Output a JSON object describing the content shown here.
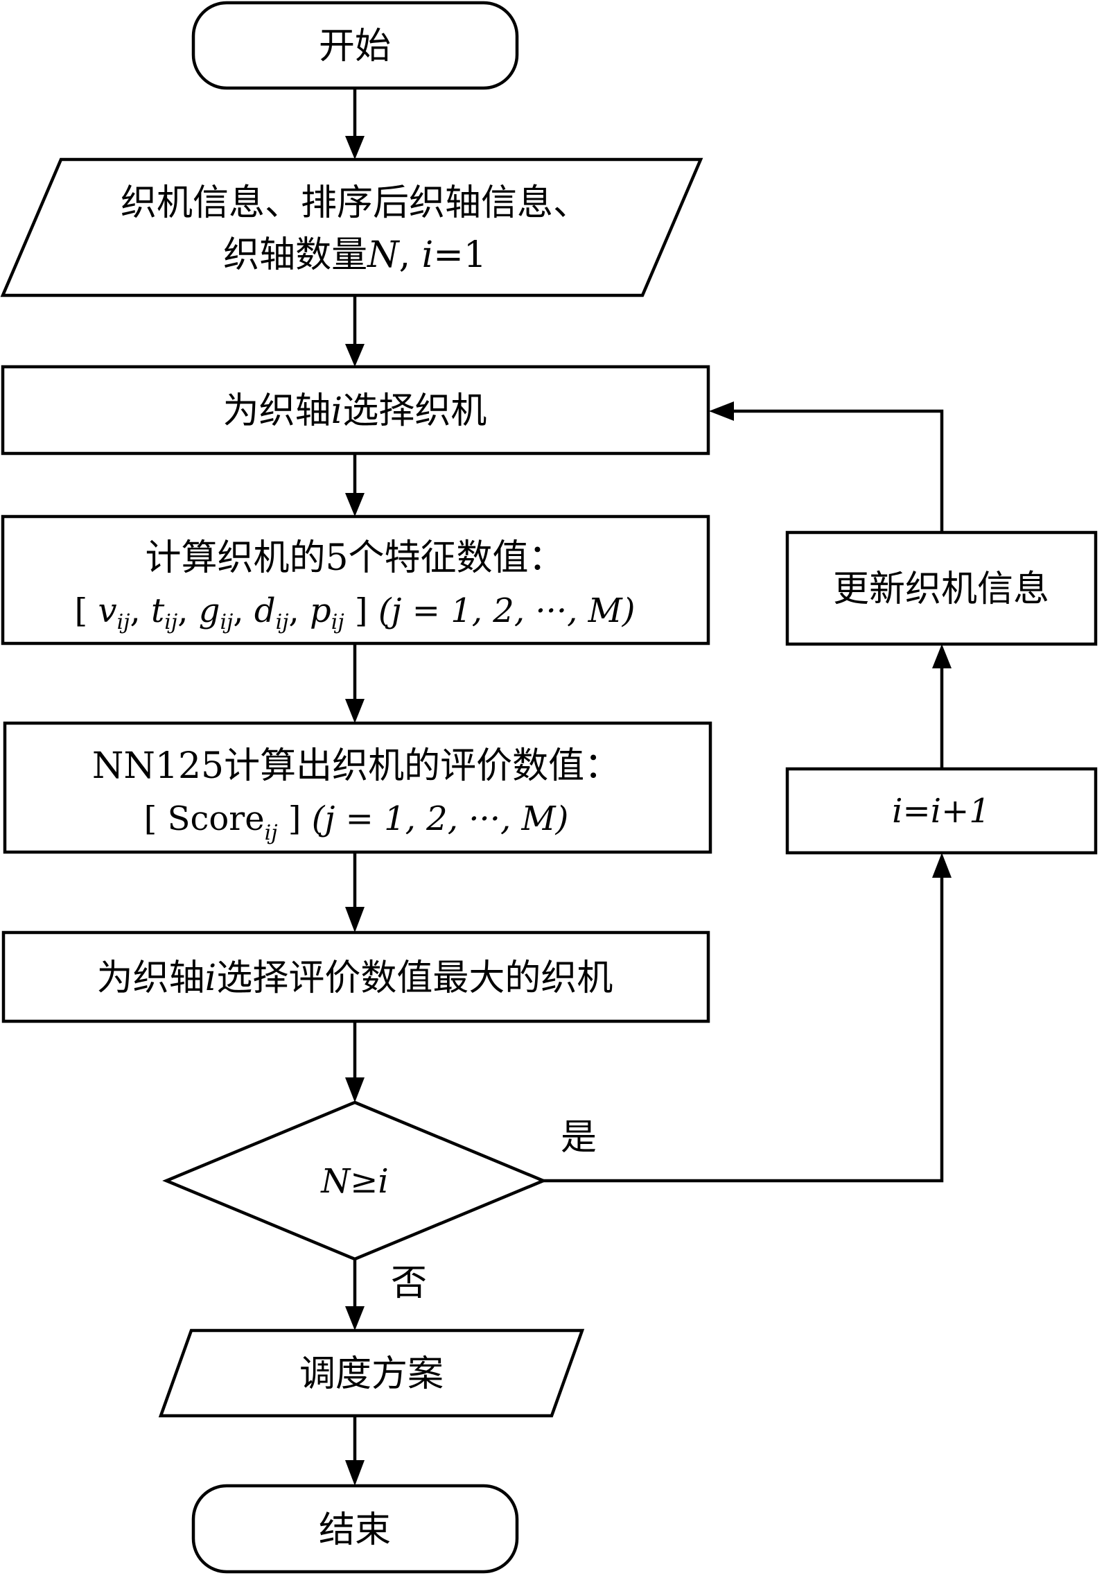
{
  "diagram": {
    "type": "flowchart",
    "colors": {
      "stroke": "#000000",
      "fill": "#ffffff",
      "text": "#000000"
    },
    "nodes": {
      "start": {
        "kind": "terminator",
        "text": "开始"
      },
      "input": {
        "kind": "data-io",
        "line1": "织机信息、排序后织轴信息、",
        "line2_prefix": "织轴数量",
        "line2_var_n": "N",
        "line2_sep": ", ",
        "line2_var_i": "i",
        "line2_suffix": "=1"
      },
      "select_loom": {
        "kind": "process",
        "prefix": "为织轴",
        "var": "i",
        "suffix": "选择织机"
      },
      "features": {
        "kind": "process",
        "line1": "计算织机的5个特征数值：",
        "line2": {
          "open": "[ ",
          "terms": [
            "v",
            "t",
            "g",
            "d",
            "p"
          ],
          "subscript": "ij",
          "close": " ]",
          "range": "(j = 1, 2, ···, M)"
        }
      },
      "score": {
        "kind": "process",
        "line1": "NN125计算出织机的评价数值：",
        "line2": {
          "open": "[ ",
          "term": "Score",
          "subscript": "ij",
          "close": " ]",
          "range": "(j = 1, 2, ···, M)"
        }
      },
      "choose_max": {
        "kind": "process",
        "prefix": "为织轴",
        "var": "i",
        "suffix": "选择评价数值最大的织机"
      },
      "decision": {
        "kind": "decision",
        "text": "N≥i"
      },
      "output": {
        "kind": "data-io",
        "text": "调度方案"
      },
      "end": {
        "kind": "terminator",
        "text": "结束"
      },
      "increment": {
        "kind": "process",
        "text": "i=i+1"
      },
      "update": {
        "kind": "process",
        "text": "更新织机信息"
      }
    },
    "edge_labels": {
      "yes": "是",
      "no": "否"
    },
    "edges": [
      [
        "start",
        "input"
      ],
      [
        "input",
        "select_loom"
      ],
      [
        "select_loom",
        "features"
      ],
      [
        "features",
        "score"
      ],
      [
        "score",
        "choose_max"
      ],
      [
        "choose_max",
        "decision"
      ],
      [
        "decision",
        "output",
        "否"
      ],
      [
        "output",
        "end"
      ],
      [
        "decision",
        "increment",
        "是"
      ],
      [
        "increment",
        "update"
      ],
      [
        "update",
        "select_loom"
      ]
    ]
  }
}
